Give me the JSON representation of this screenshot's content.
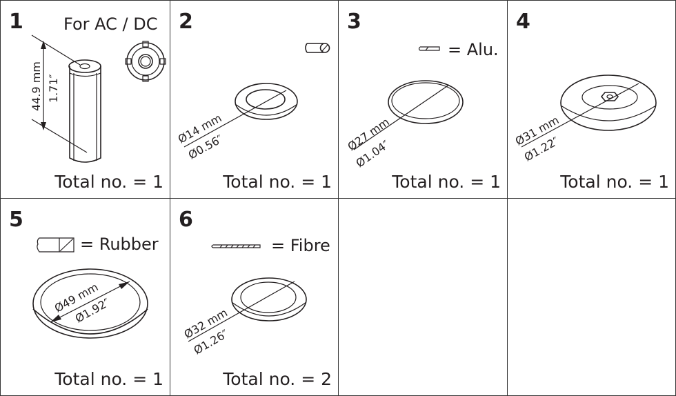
{
  "cells": [
    {
      "number": "1",
      "note": "For AC / DC",
      "dim_mm": "44.9 mm",
      "dim_in": "1.71″",
      "total": "Total no. = 1"
    },
    {
      "number": "2",
      "dim_mm": "Ø14 mm",
      "dim_in": "Ø0.56″",
      "total": "Total no. = 1"
    },
    {
      "number": "3",
      "material": "= Alu.",
      "dim_mm": "Ø27 mm",
      "dim_in": "Ø1.04″",
      "total": "Total no. = 1"
    },
    {
      "number": "4",
      "dim_mm": "Ø31 mm",
      "dim_in": "Ø1.22″",
      "total": "Total no. = 1"
    },
    {
      "number": "5",
      "material": "= Rubber",
      "dim_mm": "Ø49 mm",
      "dim_in": "Ø1.92″",
      "total": "Total no. = 1"
    },
    {
      "number": "6",
      "material": "= Fibre",
      "dim_mm": "Ø32 mm",
      "dim_in": "Ø1.26″",
      "total": "Total no. = 2"
    }
  ],
  "colors": {
    "line": "#231f20",
    "border": "#333333",
    "background": "#ffffff"
  }
}
